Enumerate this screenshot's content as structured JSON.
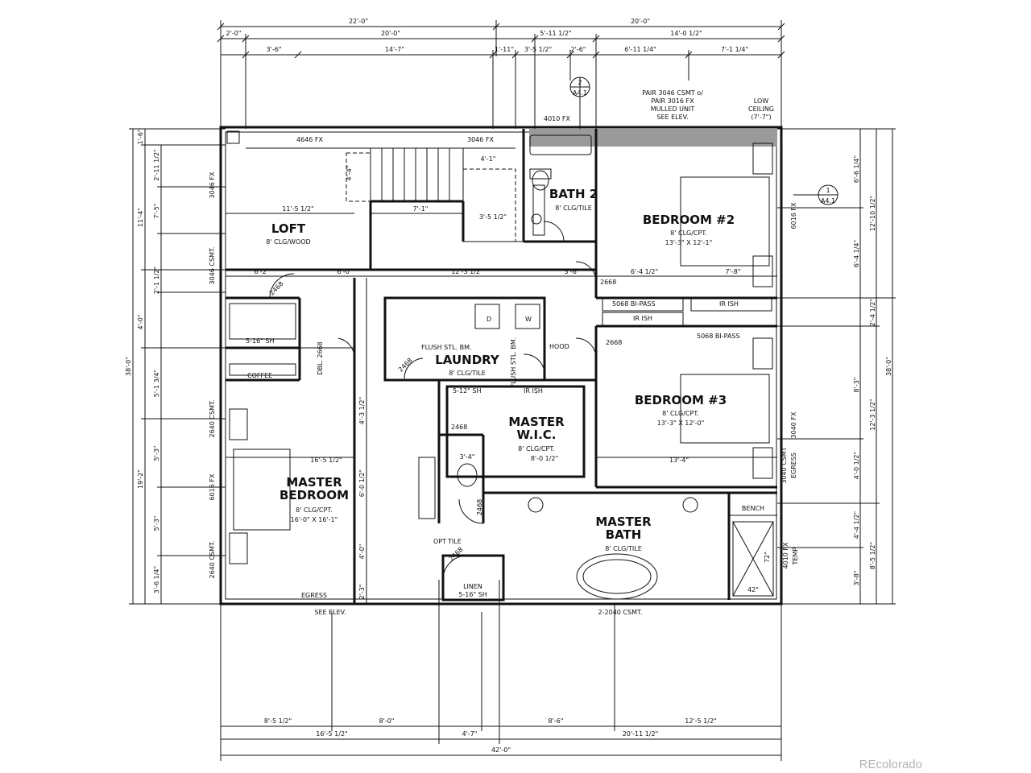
{
  "rooms": {
    "loft": "LOFT",
    "loft_spec": "8' CLG/WOOD",
    "bath2": "BATH 2",
    "bath2_spec": "8' CLG/TILE",
    "bedroom2": "BEDROOM #2",
    "bedroom2_spec": "8' CLG/CPT.",
    "bedroom2_size": "13'-3\" X 12'-1\"",
    "laundry": "LAUNDRY",
    "laundry_spec": "8' CLG/TILE",
    "bedroom3": "BEDROOM #3",
    "bedroom3_spec": "8' CLG/CPT.",
    "bedroom3_size": "13'-3\" X 12'-0\"",
    "master_wic_1": "MASTER",
    "master_wic_2": "W.I.C.",
    "master_wic_spec": "8' CLG/CPT.",
    "master_wic_size": "8'-0 1/2\"",
    "master_bed_1": "MASTER",
    "master_bed_2": "BEDROOM",
    "master_bed_spec": "8' CLG/CPT.",
    "master_bed_size": "16'-0\" X 16'-1\"",
    "master_bath_1": "MASTER",
    "master_bath_2": "BATH",
    "master_bath_spec": "8' CLG/TILE"
  },
  "notes": {
    "win_4646": "4646 FX",
    "win_3046a": "3046 FX",
    "win_4010": "4010 FX",
    "pair1": "PAIR 3046 CSMT o/",
    "pair2": "PAIR 3016 FX",
    "pair3": "MULLED UNIT",
    "pair4": "SEE ELEV.",
    "low1": "LOW",
    "low2": "CEILING",
    "low3": "(7'-7\")",
    "win_6016_r": "6016 FX",
    "win_3046_l1": "3046 FX",
    "win_3046_l2": "3046 CSMT.",
    "bipass1": "5068 BI-PASS",
    "bipass2": "5068 BI-PASS",
    "irsh1": "IR ISH",
    "irsh2": "IR ISH",
    "irsh3": "IR ISH",
    "sh5_16": "5-16\" SH",
    "coffee": "COFFEE",
    "sh5_12": "5-12\" SH",
    "flush1": "FLUSH STL. BM.",
    "flush2": "FLUSH STL. BM.",
    "d_2668a": "2668",
    "d_2668b": "2668",
    "d_2468a": "2468",
    "d_2468b": "2468",
    "d_2468c": "2468",
    "d_2468d": "2468",
    "d_2468e": "2468",
    "d_dbl": "DBL. 2668",
    "hood": "HOOD",
    "opt": "OPT",
    "tile": "TILE",
    "w_3040fx": "3040 FX",
    "w_3040csmt": "3040 CSMT",
    "egress": "EGRESS",
    "w_2640a": "2640 CSMT.",
    "w_2640b": "2640 CSMT.",
    "w_6016_l": "6016 FX",
    "bench": "BENCH",
    "w_4010_fx": "4010 FX",
    "temp": "TEMP.",
    "linen": "LINEN",
    "linen_sh": "5-16\" SH",
    "egress_b": "EGRESS",
    "see_elev": "SEE ELEV.",
    "csmt_2040": "2-2040 CSMT.",
    "d_w": "D",
    "w_w": "W",
    "sixty": "72\"",
    "fortytwo": "42\"",
    "bath_34": "3'-4\""
  },
  "dims": {
    "top1a": "22'-0\"",
    "top1b": "20'-0\"",
    "top2a": "2'-0\"",
    "top2b": "20'-0\"",
    "top2c": "5'-11 1/2\"",
    "top2d": "14'-0 1/2\"",
    "top3a": "3'-6\"",
    "top3b": "14'-7\"",
    "top3c": "1'-11\"",
    "top3d": "3'-5 1/2\"",
    "top3e": "2'-6\"",
    "top3f": "6'-11 1/4\"",
    "top3g": "7'-1 1/4\"",
    "int_4_4": "4'-4\"",
    "int_4_1": "4'-1\"",
    "int_11_5": "11'-5 1/2\"",
    "int_7_1": "7'-1\"",
    "int_3_5": "3'-5 1/2\"",
    "int_6_2": "6'-2\"",
    "int_6_0": "6'-0\"",
    "int_12_3": "12'-3 1/2\"",
    "int_3_6": "3'-6\"",
    "int_6_4": "6'-4 1/2\"",
    "int_7_8": "7'-8\"",
    "int_5_12": "5-12\" SH",
    "int_4_3": "4'-3 1/2\"",
    "int_6_0b": "6'-0 1/2\"",
    "int_4_0": "4'-0\"",
    "int_2_3": "2'-3\"",
    "int_13_4": "13'-4\"",
    "int_16_5": "16'-5 1/2\"",
    "left1a": "1'-6\"",
    "left1b": "11'-4\"",
    "left1c": "4'-0\"",
    "left1d": "5'-1 3/4\"",
    "left1e": "19'-2\"",
    "left_total": "38'-0\"",
    "left2a": "2'-11 1/2\"",
    "left2b": "7'-5\"",
    "left2c": "2'-1 1/2\"",
    "left2d": "5'-3\"",
    "left2e": "5'-3\"",
    "left2f": "3'-6 1/4\"",
    "right1a": "6'-6 1/4\"",
    "right1b": "6'-4 1/4\"",
    "right1c": "2'-4 1/2\"",
    "right1d": "8'-3\"",
    "right1e": "4'-0 1/2\"",
    "right1f": "4'-4 1/2\"",
    "right1g": "3'-8\"",
    "right2a": "12'-10 1/2\"",
    "right2b": "12'-3 1/2\"",
    "right2c": "8'-5 1/2\"",
    "right_total": "38'-0\"",
    "bot1a": "8'-5 1/2\"",
    "bot1b": "8'-0\"",
    "bot1c": "8'-6\"",
    "bot1d": "12'-5 1/2\"",
    "bot2a": "16'-5 1/2\"",
    "bot2b": "4'-7\"",
    "bot2c": "20'-11 1/2\"",
    "bot_total": "42'-0\""
  },
  "callouts": {
    "c1_num": "2",
    "c1_sheet": "A4.1",
    "c2_num": "1",
    "c2_sheet": "A4.1"
  },
  "watermark": "REcolorado"
}
